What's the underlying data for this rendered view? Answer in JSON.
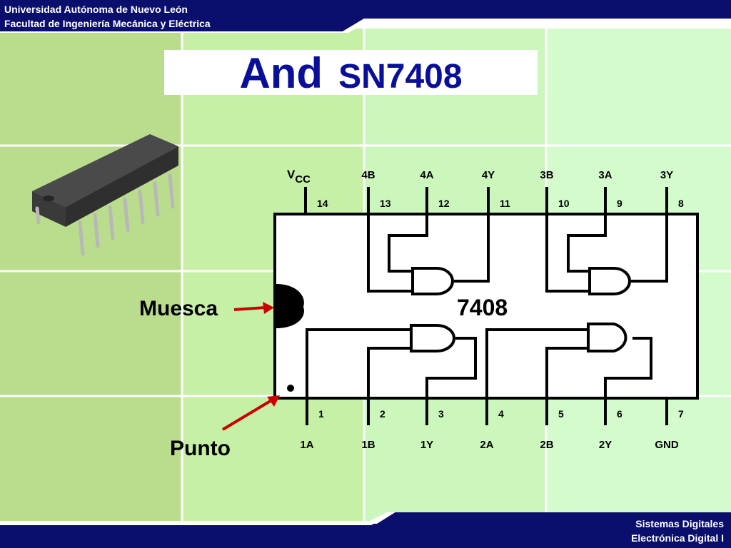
{
  "header": {
    "line1": "Universidad Autónoma de Nuevo León",
    "line2": "Facultad de Ingeniería Mecánica y Eléctrica"
  },
  "footer": {
    "line1": "Sistemas Digitales",
    "line2": "Electrónica Digital I"
  },
  "title": {
    "main": "And",
    "sub": "SN7408"
  },
  "chip": {
    "label": "7408",
    "top_pins": [
      {
        "name": "VCC",
        "number": "14"
      },
      {
        "name": "4B",
        "number": "13"
      },
      {
        "name": "4A",
        "number": "12"
      },
      {
        "name": "4Y",
        "number": "11"
      },
      {
        "name": "3B",
        "number": "10"
      },
      {
        "name": "3A",
        "number": "9"
      },
      {
        "name": "3Y",
        "number": "8"
      }
    ],
    "bottom_pins": [
      {
        "name": "1A",
        "number": "1"
      },
      {
        "name": "1B",
        "number": "2"
      },
      {
        "name": "1Y",
        "number": "3"
      },
      {
        "name": "2A",
        "number": "4"
      },
      {
        "name": "2B",
        "number": "5"
      },
      {
        "name": "2Y",
        "number": "6"
      },
      {
        "name": "GND",
        "number": "7"
      }
    ]
  },
  "annotations": {
    "notch": "Muesca",
    "dot": "Punto"
  },
  "colors": {
    "navy": "#0a0f6e",
    "title_blue": "#0a0f9a",
    "arrow_red": "#cc0000",
    "green_dark": "#b9dd8c",
    "green_mid": "#c6f0a6",
    "green_light": "#d3fbcc"
  }
}
